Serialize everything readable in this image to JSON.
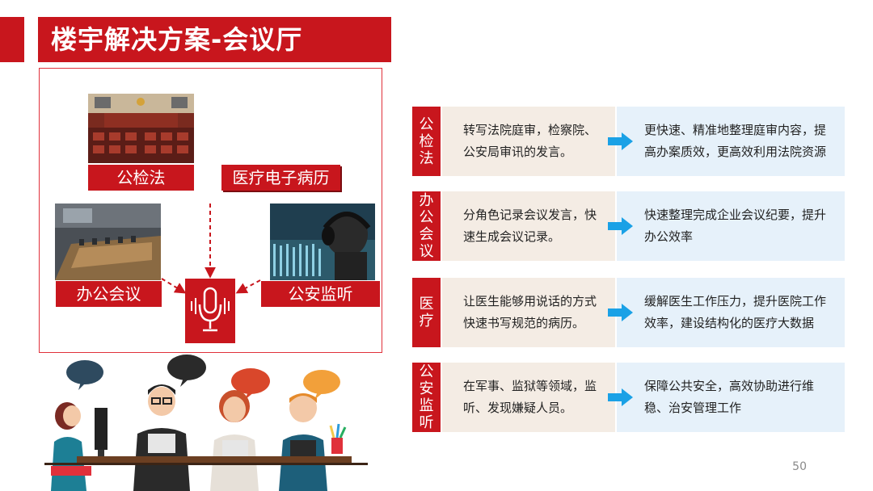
{
  "title": "楼宇解决方案-会议厅",
  "scene": {
    "captions": {
      "court": "公检法",
      "medical": "医疗电子病历",
      "office": "办公会议",
      "police": "公安监听"
    }
  },
  "rows": [
    {
      "tag": "公检法",
      "left": "转写法院庭审，检察院、公安局审讯的发言。",
      "right": "更快速、精准地整理庭审内容，提高办案质效，更高效利用法院资源"
    },
    {
      "tag": "办公会议",
      "left": "分角色记录会议发言，快速生成会议记录。",
      "right": "快速整理完成企业会议纪要，提升办公效率"
    },
    {
      "tag": "医疗",
      "left": "让医生能够用说话的方式快速书写规范的病历。",
      "right": "缓解医生工作压力，提升医院工作效率，建设结构化的医疗大数据"
    },
    {
      "tag": "公安监听",
      "left": "在军事、监狱等领域，监听、发现嫌疑人员。",
      "right": "保障公共安全，高效协助进行维稳、治安管理工作"
    }
  ],
  "page_number": "50",
  "colors": {
    "brand_red": "#c8161d",
    "arrow_blue": "#1aa1e6",
    "left_bg": "#f4ece4",
    "right_bg": "#e6f1fa"
  }
}
